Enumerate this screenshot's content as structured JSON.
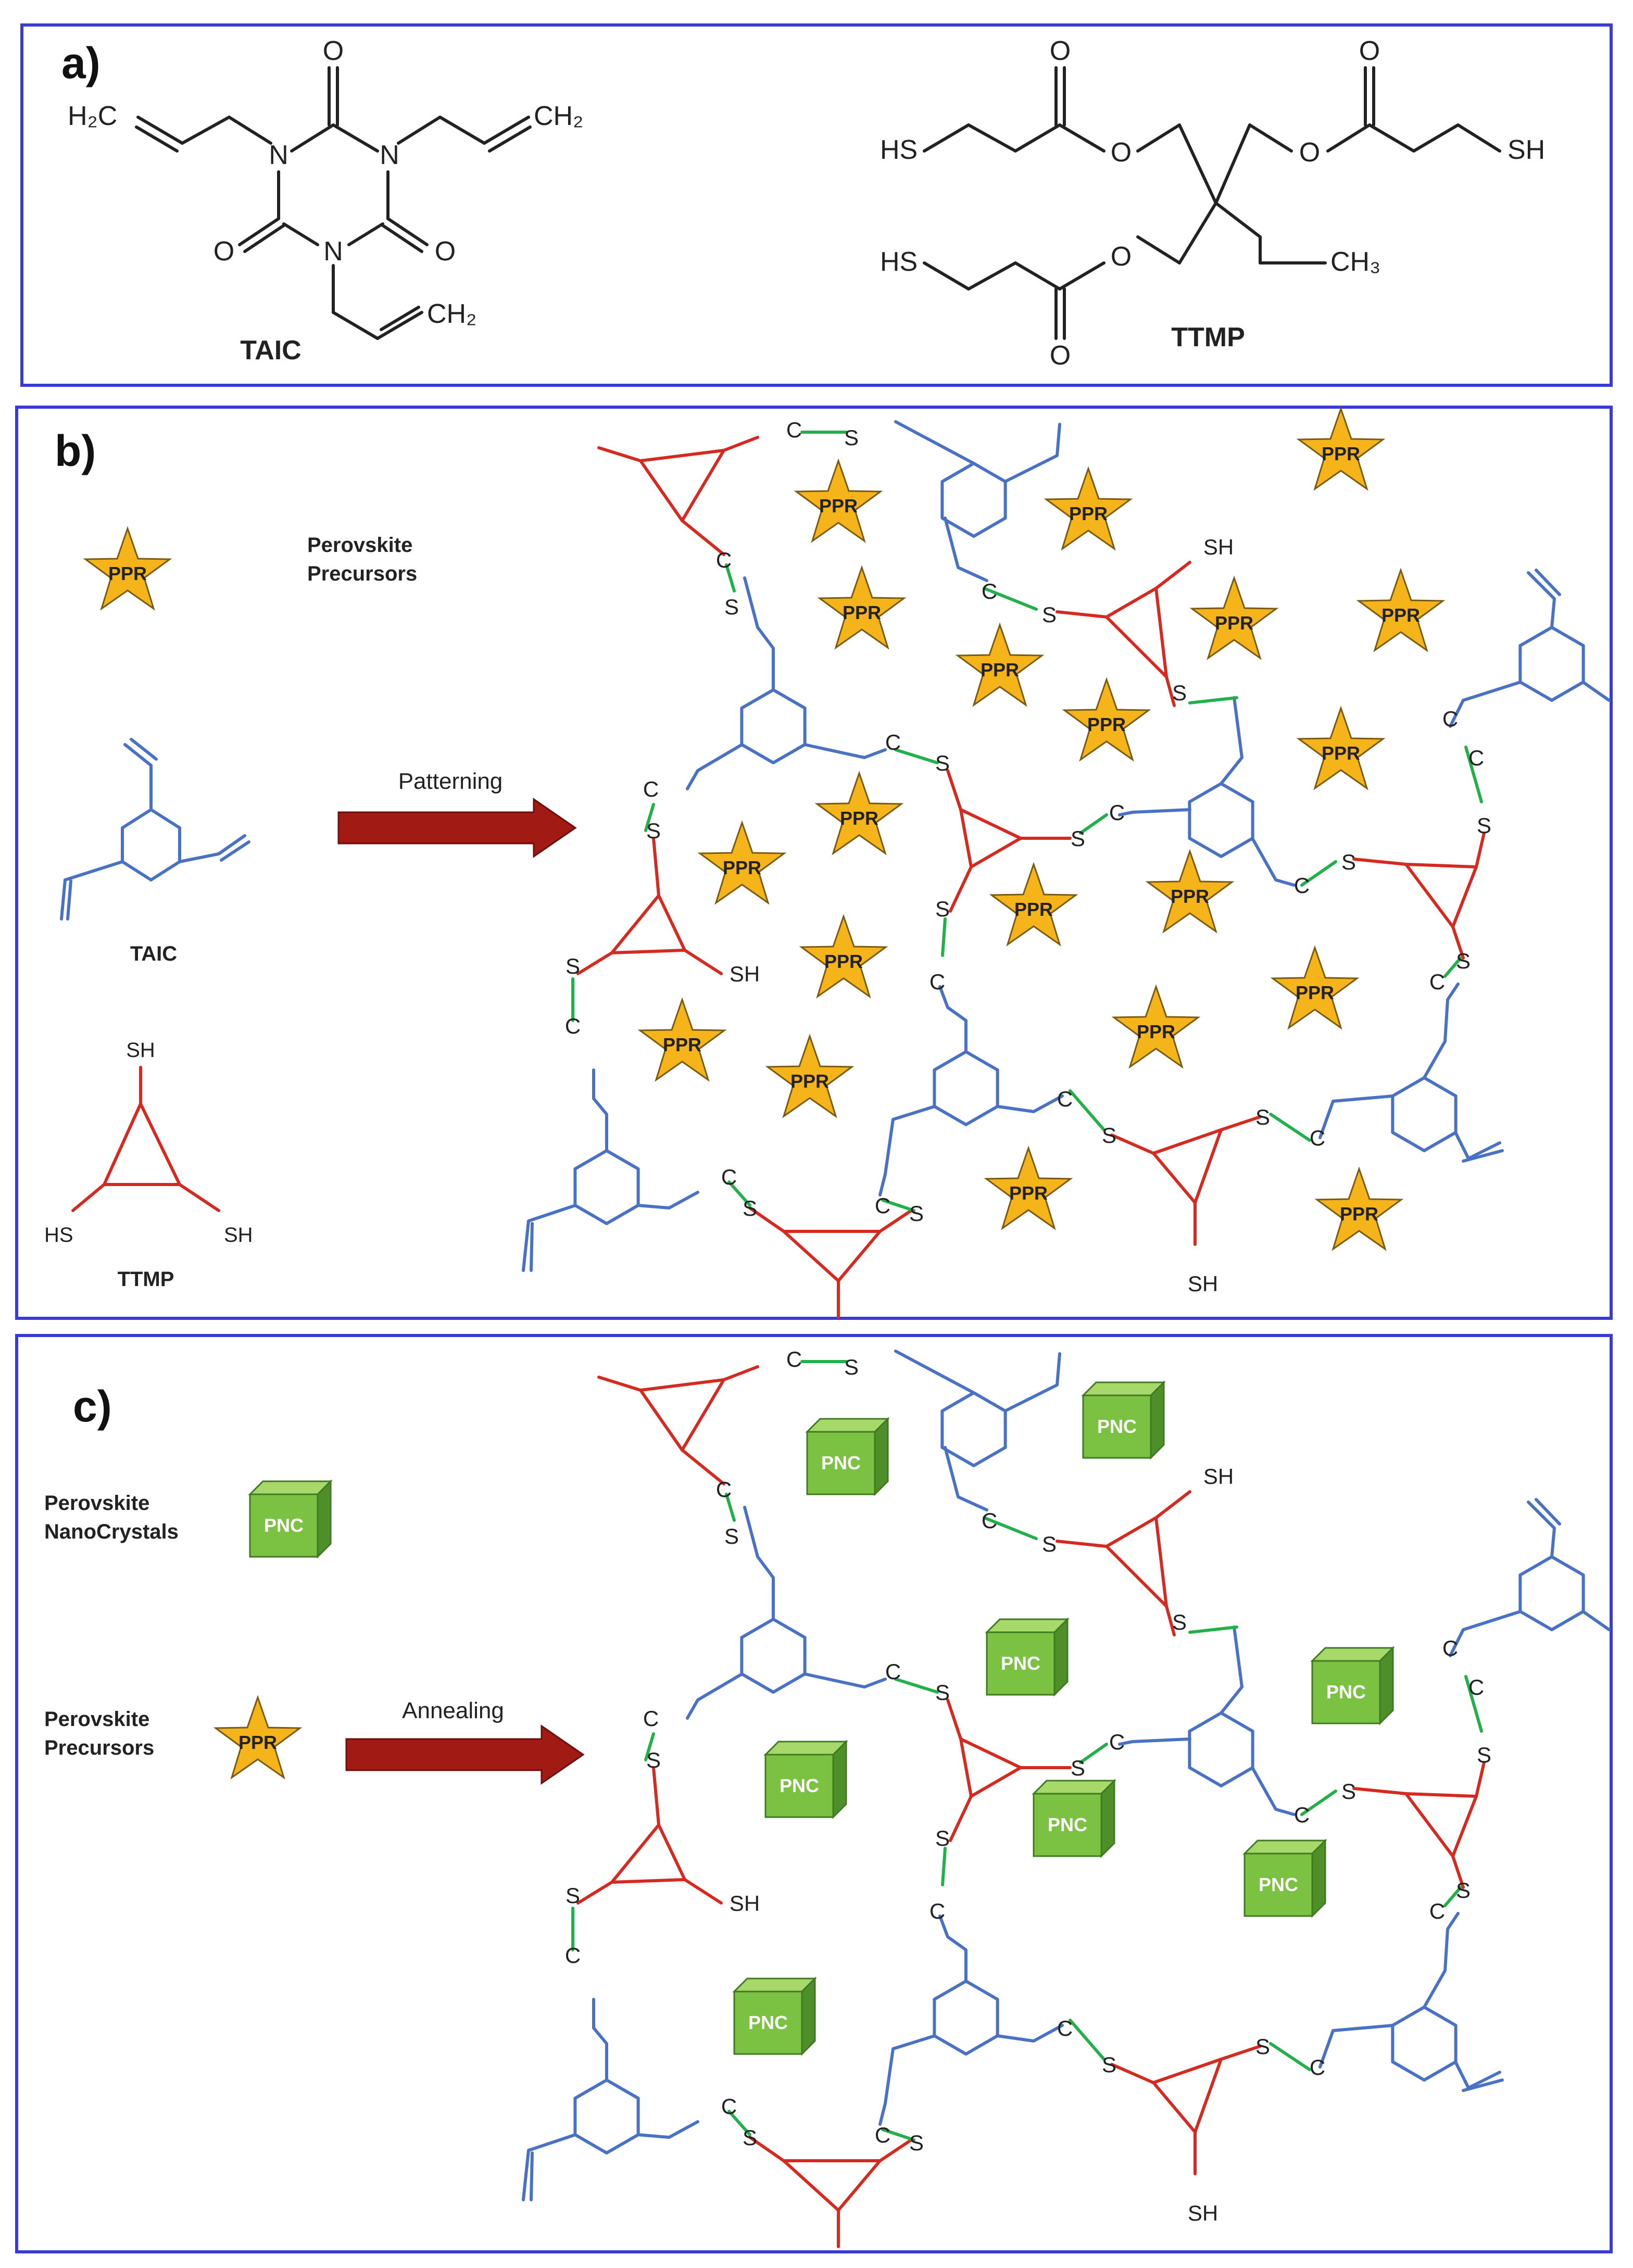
{
  "colors": {
    "frame": "#3a3ad6",
    "taic_blue": "#4a72c4",
    "ttmp_red": "#d62a20",
    "linker_green": "#22b04a",
    "star_fill": "#f5b41a",
    "cube_front": "#7cc242",
    "cube_top": "#a6d86a",
    "cube_side": "#4f8f2a",
    "arrow": "#a11b14",
    "ink": "#222222"
  },
  "panel_a": {
    "label": "a)",
    "taic_name": "TAIC",
    "ttmp_name": "TTMP",
    "h2c_left": "H₂C",
    "ch2_right": "CH₂",
    "ch2_bottom": "CH₂",
    "n": "N",
    "o": "O",
    "hs_top": "HS",
    "sh_top": "SH",
    "hs_bottom": "HS",
    "ch3": "CH₃"
  },
  "panel_b": {
    "label": "b)",
    "ppr_legend": "Perovskite Precursors",
    "taic_label": "TAIC",
    "ttmp_label": "TTMP",
    "sh_top": "SH",
    "hs": "HS",
    "sh_right": "SH",
    "arrow_label": "Patterning",
    "star_label": "PPR"
  },
  "panel_c": {
    "label": "c)",
    "pnc_legend": "Perovskite NanoCrystals",
    "ppr_legend": "Perovskite Precursors",
    "arrow_label": "Annealing",
    "cube_label": "PNC",
    "star_label": "PPR"
  },
  "network": {
    "sh": "SH",
    "s": "S",
    "c": "C"
  }
}
